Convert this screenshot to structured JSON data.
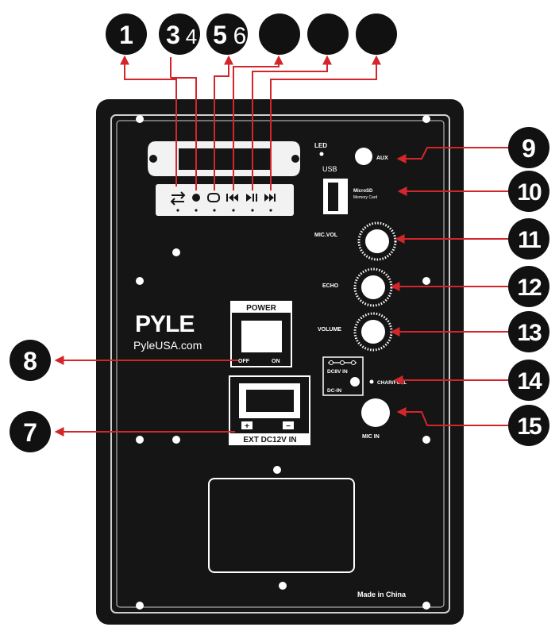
{
  "callouts": {
    "c1": "1",
    "c3": "3",
    "c4": "4",
    "c5": "5",
    "c6": "6",
    "c7": "7",
    "c8": "8",
    "c9": "9",
    "c10": "10",
    "c11": "11",
    "c12": "12",
    "c13": "13",
    "c14": "14",
    "c15": "15"
  },
  "panel": {
    "led": "LED",
    "aux": "AUX",
    "usb": "USB",
    "microsd_line1": "MicroSD",
    "microsd_line2": "Memory Card",
    "mic_vol": "MIC.VOL",
    "echo": "ECHO",
    "volume": "VOLUME",
    "power": "POWER",
    "off": "OFF",
    "on": "ON",
    "brand": "PYLE",
    "website": "PyleUSA.com",
    "dc8v_in": "DC8V IN",
    "dc_in": "DC-IN",
    "charge_full": "CHAR/FULL",
    "mic_in": "MIC IN",
    "ext_dc": "EXT DC12V IN",
    "plus": "+",
    "minus": "−",
    "made_in": "Made in China"
  },
  "icons": {
    "player_controls": [
      "shuffle-icon",
      "record-dot-icon",
      "repeat-icon",
      "previous-icon",
      "play-pause-icon",
      "next-icon"
    ]
  },
  "colors": {
    "panel": "#151515",
    "callout": "#111111",
    "arrow": "#d3262a",
    "silver": "#d9d9d9"
  }
}
